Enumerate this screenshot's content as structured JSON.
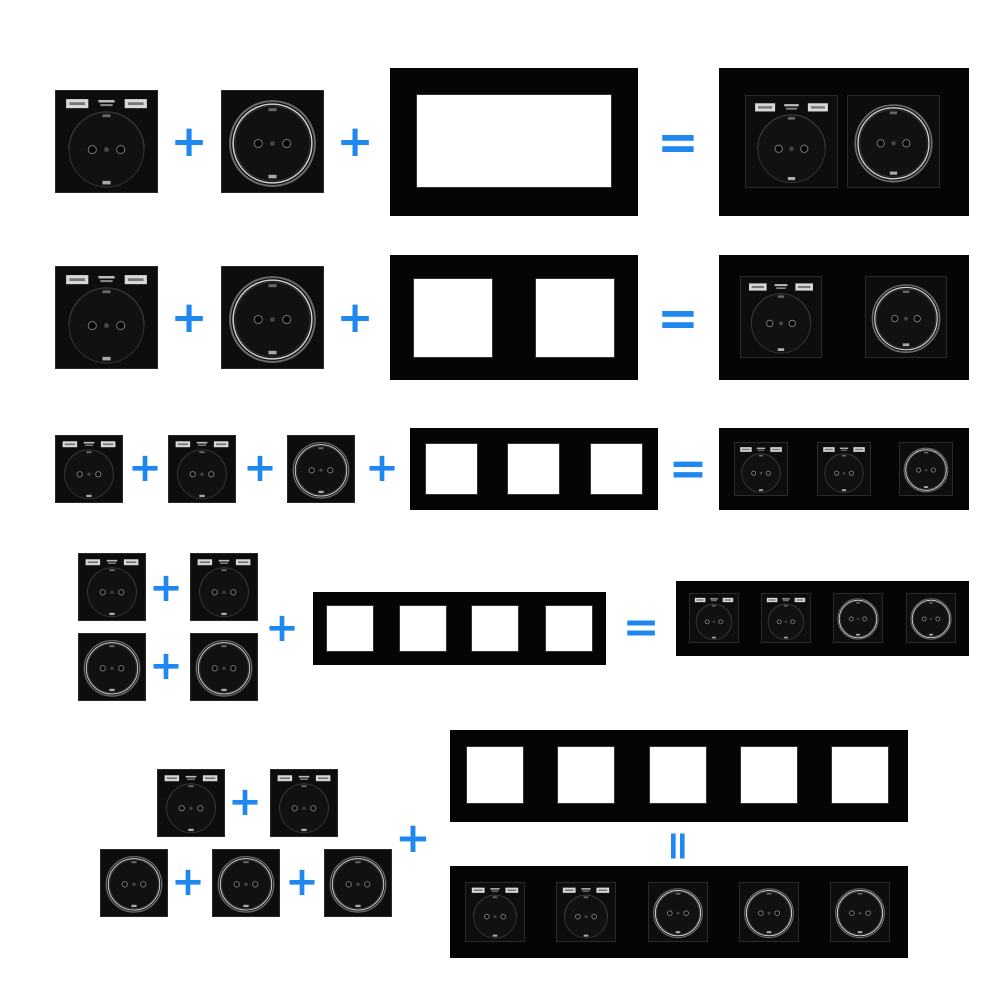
{
  "colors": {
    "operator": "#1e88f0",
    "glass": "#050505",
    "module": "#0d0d0d",
    "socket": "#111111",
    "usb": "#d8d8d8"
  },
  "operators": {
    "plus": "+",
    "equals": "=",
    "equals_vertical": "="
  },
  "module_types": [
    "usb-socket-module",
    "socket-module"
  ],
  "rows": [
    {
      "modules": [
        "usb",
        "socket"
      ],
      "frame_gangs": 2,
      "frame_style": "single-opening",
      "result": [
        "usb",
        "socket"
      ]
    },
    {
      "modules": [
        "usb",
        "socket"
      ],
      "frame_gangs": 2,
      "frame_style": "separate-openings",
      "result": [
        "usb",
        "socket"
      ]
    },
    {
      "modules": [
        "usb",
        "usb",
        "socket"
      ],
      "frame_gangs": 3,
      "frame_style": "separate-openings",
      "result": [
        "usb",
        "usb",
        "socket"
      ]
    },
    {
      "modules": [
        "usb",
        "usb",
        "socket",
        "socket"
      ],
      "frame_gangs": 4,
      "frame_style": "separate-openings",
      "result": [
        "usb",
        "usb",
        "socket",
        "socket"
      ]
    },
    {
      "modules": [
        "usb",
        "usb",
        "socket",
        "socket",
        "socket"
      ],
      "frame_gangs": 5,
      "frame_style": "separate-openings",
      "result": [
        "usb",
        "usb",
        "socket",
        "socket",
        "socket"
      ]
    }
  ]
}
